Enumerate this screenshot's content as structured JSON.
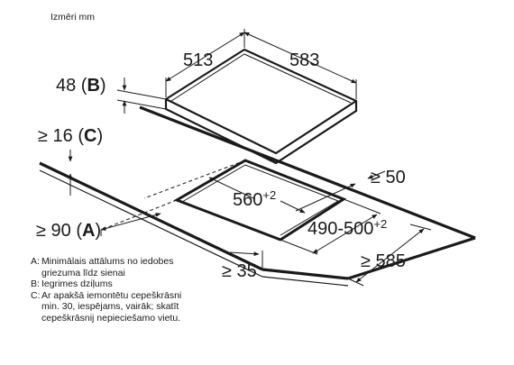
{
  "header": {
    "units_label": "Izmēri mm"
  },
  "hob": {
    "width": "513",
    "depth": "583",
    "height_value": "48",
    "height_key": "B"
  },
  "worktop": {
    "min_below_value": "≥ 16",
    "min_below_key": "C",
    "wall_value": "≥ 90",
    "wall_key": "A",
    "right_gap": "≥ 50",
    "front_gap": "≥ 35",
    "depth": "≥ 585"
  },
  "cutout": {
    "width_value": "560",
    "width_tol": "+2",
    "depth_value": "490-500",
    "depth_tol": "+2"
  },
  "legend": [
    {
      "key": "A",
      "text": "Minimālais attālums no iedobes\ngriezuma līdz sienai"
    },
    {
      "key": "B",
      "text": "Iegrimes dziļums"
    },
    {
      "key": "C",
      "text": "Ar apakšā iemontētu cepeškrāsni\nmin. 30, iespējams, vairāk; skatīt\ncepeškrāsnij nepieciešamo vietu."
    }
  ]
}
